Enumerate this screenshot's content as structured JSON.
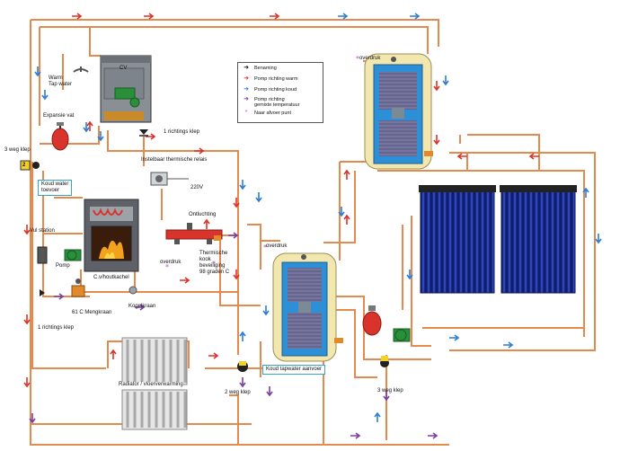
{
  "labels": {
    "cv": "CV",
    "warm_tap_water": "Warm\nTap water",
    "expansie_vat": "Expansie vat",
    "klep_3weg_left": "3 weg klep",
    "koud_water_toevoer": "Koud water\ntoevoer",
    "vul_station": "Vul station",
    "pomp": "Pomp",
    "cv_houtkachel": "C.v/houtkachel",
    "kogelkraan": "Kogelkraan",
    "mengkraan": "61 C Mengkraan",
    "richtings_klep_bottom": "1 richtings klep",
    "richtings_klep_top": "1 richtings klep",
    "relais": "Instelbaar thermische relais",
    "voltage": "220V",
    "ontluchting": "Ontluchting",
    "overdruk_mid": "overdruk",
    "thermische_beveiliging": "Thermische\nkook\nbeveiliging\n98 graden C",
    "radiator": "Radiator / vloerverwarming",
    "klep_2weg": "2 weg klep",
    "koud_tapwater": "Koud tapwater aanvoer",
    "overdruk_top": "overdruk",
    "overdruk_lower": "overdruk",
    "klep_3weg_right": "3 weg klep",
    "klep_badge": "2"
  },
  "legend": [
    {
      "label": "Benaming",
      "color": "#111111",
      "icon": "arrow-right"
    },
    {
      "label": "Pomp richting warm",
      "color": "#d9342b",
      "icon": "arrow-right"
    },
    {
      "label": "Pomp richting koud",
      "color": "#2d7dd2",
      "icon": "arrow-right"
    },
    {
      "label": "Pomp richting\ngemixte temperatuur",
      "color": "#7b3fa0",
      "icon": "arrow-right"
    },
    {
      "label": "Naar afvoer punt",
      "color": "#b04fc0",
      "icon": "star"
    }
  ],
  "colors": {
    "pipe": "#e58a4e",
    "warm": "#d9342b",
    "cold": "#2d7dd2",
    "tank": "#f3e7b0",
    "boiler": "#8a8f96",
    "collector": "#1f2f8f"
  }
}
